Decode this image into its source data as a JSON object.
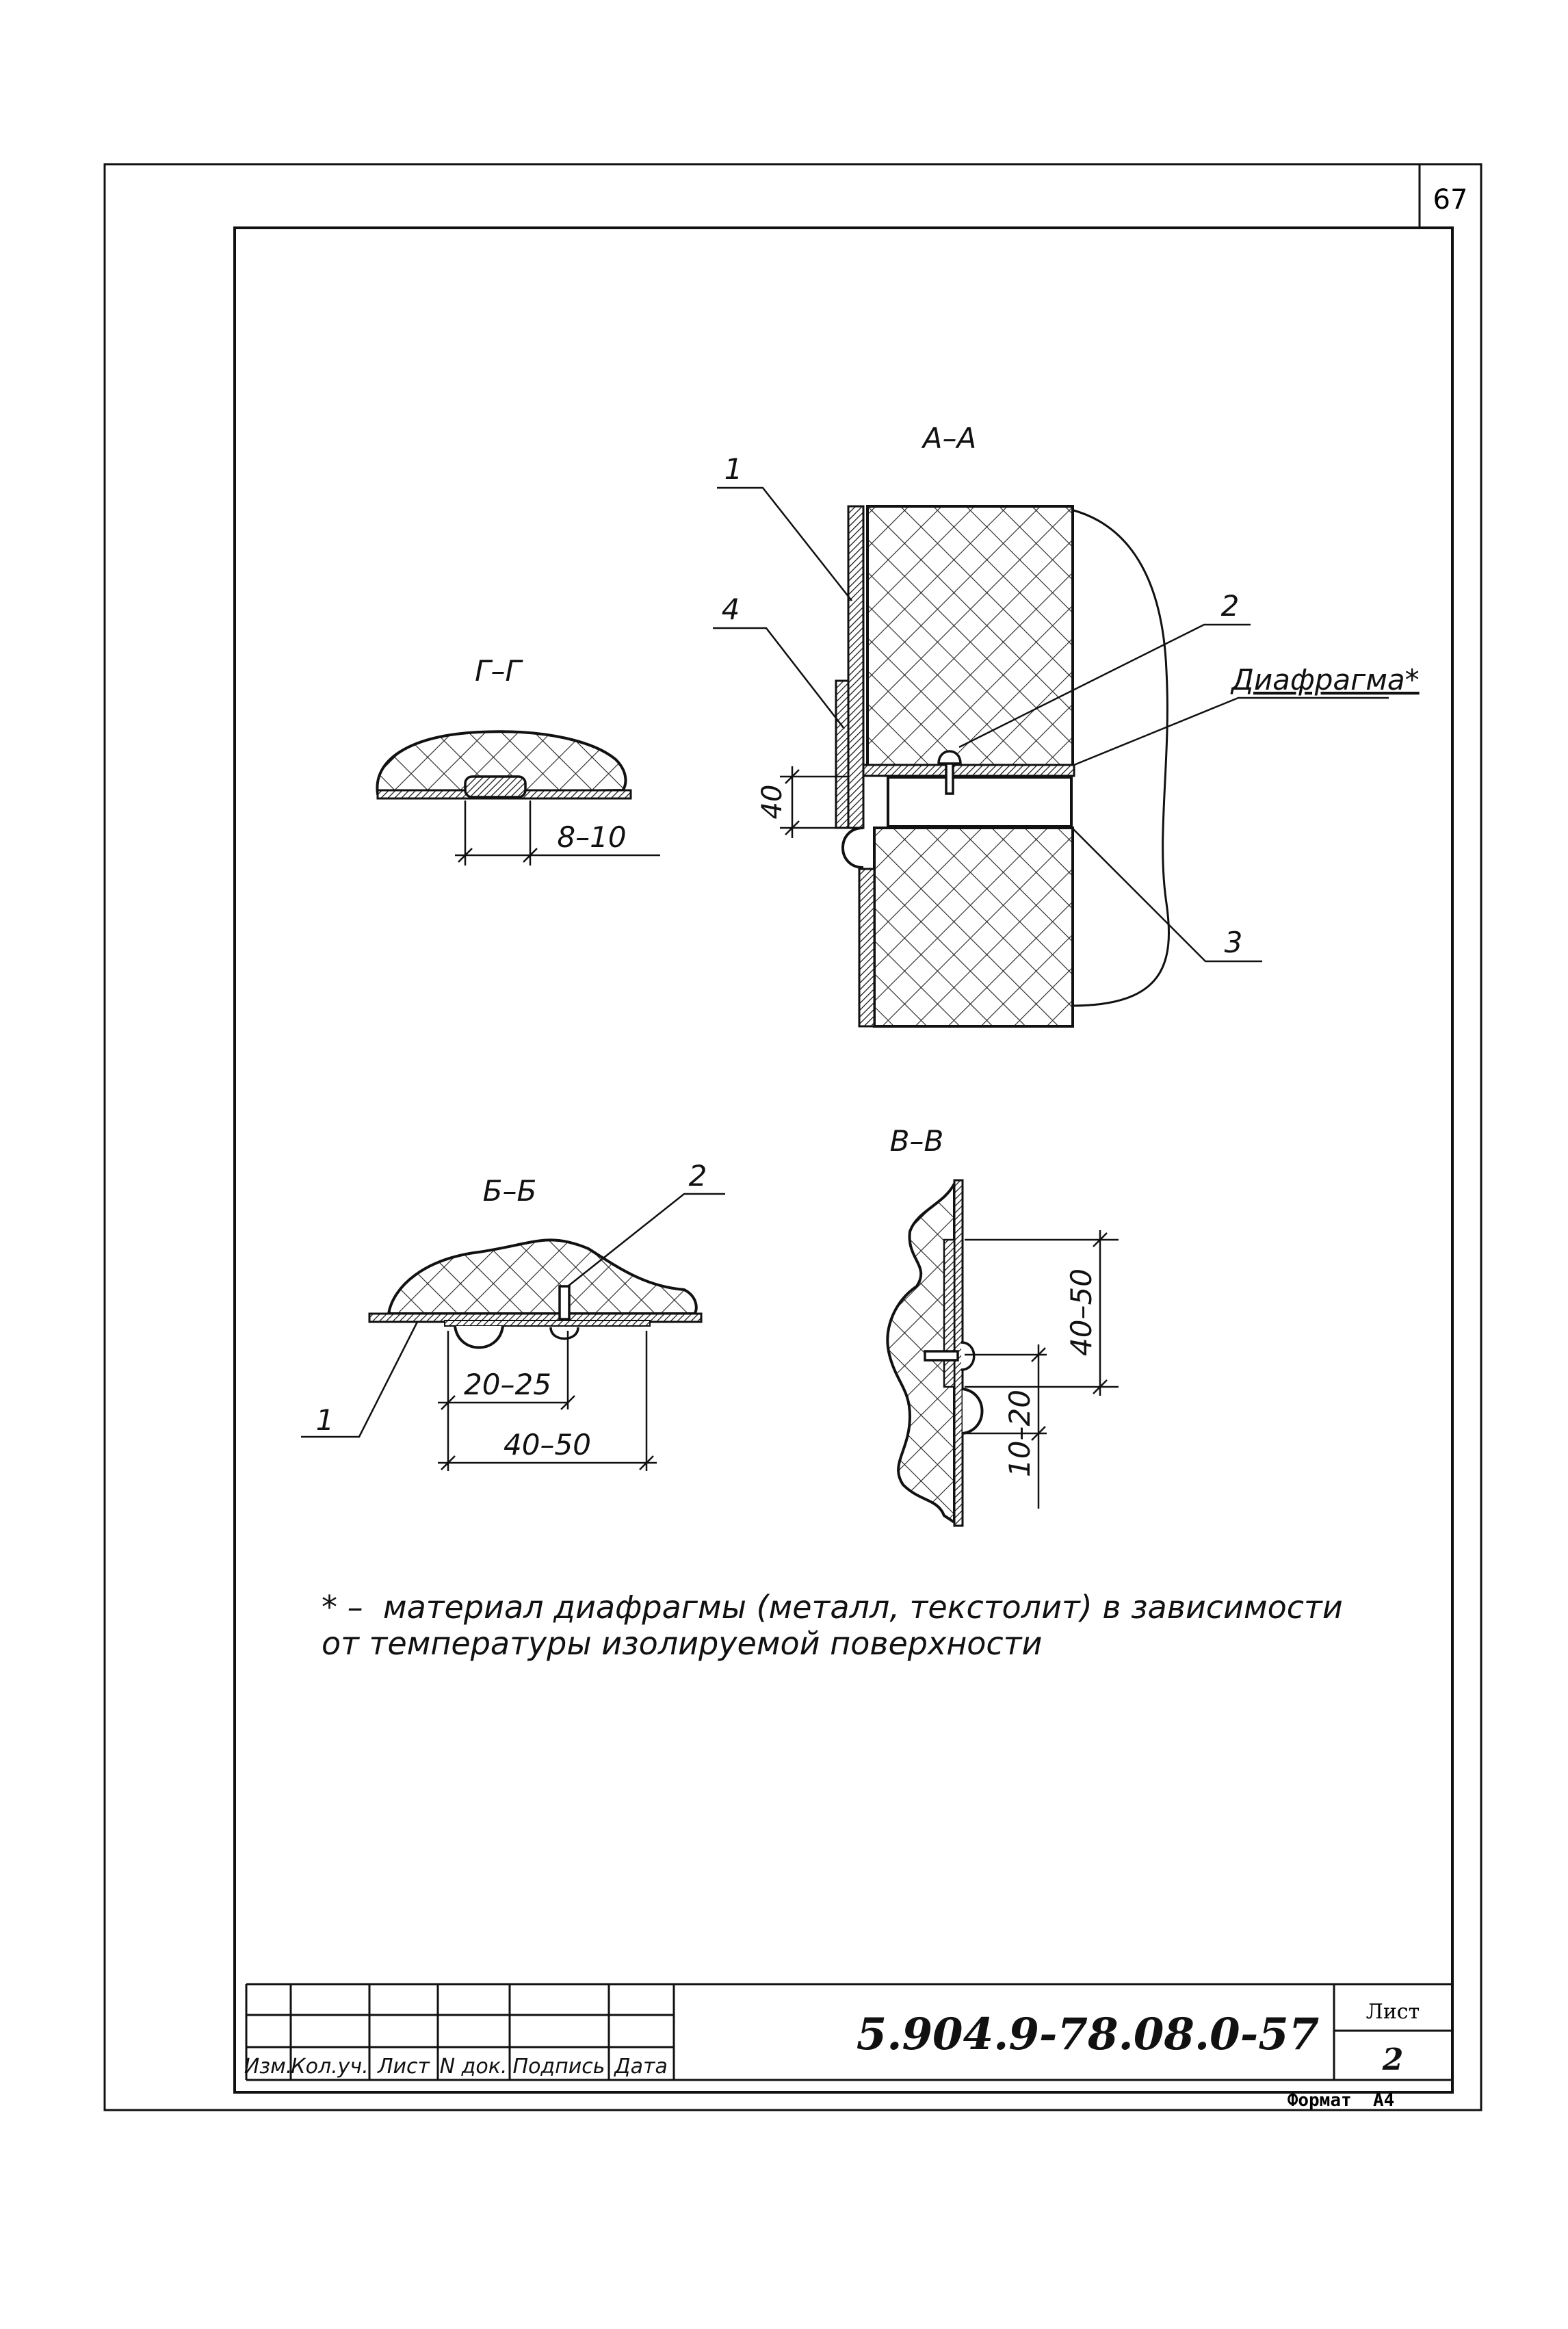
{
  "page_number": "67",
  "sections": {
    "aa": {
      "title": "А–А",
      "callouts": [
        "1",
        "4",
        "2",
        "3"
      ],
      "diaphragm_label": "Диафрагма*",
      "dim": "40"
    },
    "gg": {
      "title": "Г–Г",
      "dim": "8–10"
    },
    "bb": {
      "title": "Б–Б",
      "callouts": [
        "2",
        "1"
      ],
      "dim_small": "20–25",
      "dim_large": "40–50"
    },
    "vv": {
      "title": "В–В",
      "dim_large": "40–50",
      "dim_small": "10–20"
    }
  },
  "note": {
    "line1": "* –  материал диафрагмы (металл, текстолит) в зависимости",
    "line2": "от температуры изолируемой поверхности"
  },
  "title_block": {
    "headers": [
      "Изм.",
      "Кол.уч.",
      "Лист",
      "N  док.",
      "Подпись",
      "Дата"
    ],
    "doc_code": "5.904.9-78.08.0-57",
    "sheet_label": "Лист",
    "sheet_number": "2"
  },
  "format_label": "Формат  А4"
}
